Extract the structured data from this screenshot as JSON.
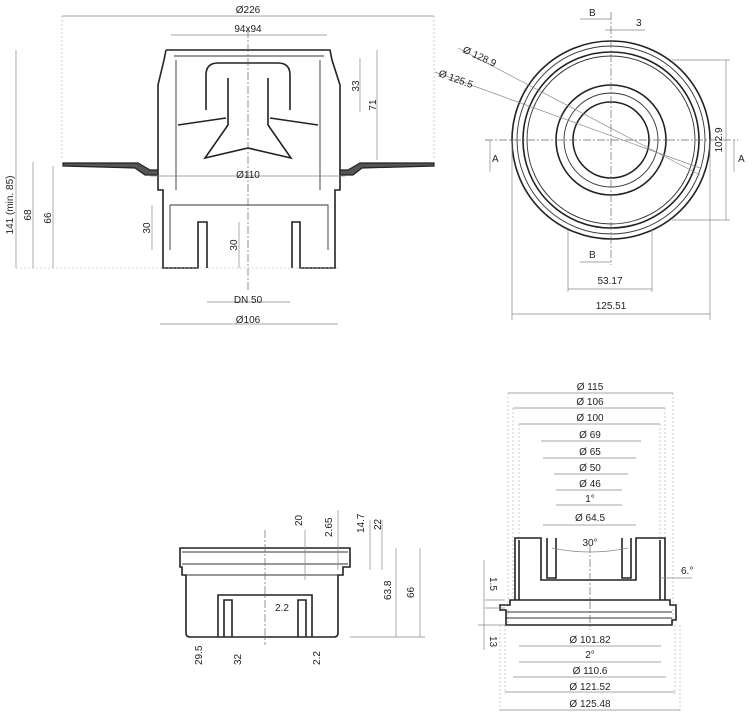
{
  "drawing": {
    "view_top_section": {
      "dims": {
        "outer_flange_diameter": "Ø226",
        "grate_size": "94x94",
        "body_diameter": "Ø110",
        "outlet_nominal": "DN 50",
        "outlet_diameter": "Ø106",
        "total_height": "141 (min. 85)",
        "height_68": "68",
        "height_66": "66",
        "trap_depth_left": "30",
        "trap_depth_center": "30",
        "insert_33": "33",
        "insert_71": "71"
      }
    },
    "view_plan": {
      "labels": {
        "section_b_top": "B",
        "section_b_bottom": "B",
        "section_a_left": "A",
        "section_a_right": "A"
      },
      "dims": {
        "gap": "3",
        "dia_128_9": "Ø 128.9",
        "dia_125_5": "Ø 125.5",
        "height_102_9": "102.9",
        "width_53_17": "53.17",
        "width_125_51": "125.51"
      }
    },
    "view_trap_side": {
      "dims": {
        "d20": "20",
        "d2_65": "2.65",
        "d14_7": "14.7",
        "d22": "22",
        "d63_8": "63.8",
        "d66": "66",
        "d2_2_inner": "2.2",
        "d29_5": "29.5",
        "d32": "32",
        "d2_2_bottom": "2.2"
      }
    },
    "view_trap_section": {
      "top_dims": [
        "Ø 115",
        "Ø 106",
        "Ø 100",
        "Ø 69",
        "Ø 65",
        "Ø 50",
        "Ø 46",
        "1°",
        "Ø 64.5"
      ],
      "angle_30": "30°",
      "angle_6": "6.°",
      "height_1_5": "1.5",
      "height_13": "13",
      "bottom_dims": [
        "Ø 101.82",
        "2°",
        "Ø 110.6",
        "Ø 121.52",
        "Ø 125.48"
      ]
    }
  }
}
